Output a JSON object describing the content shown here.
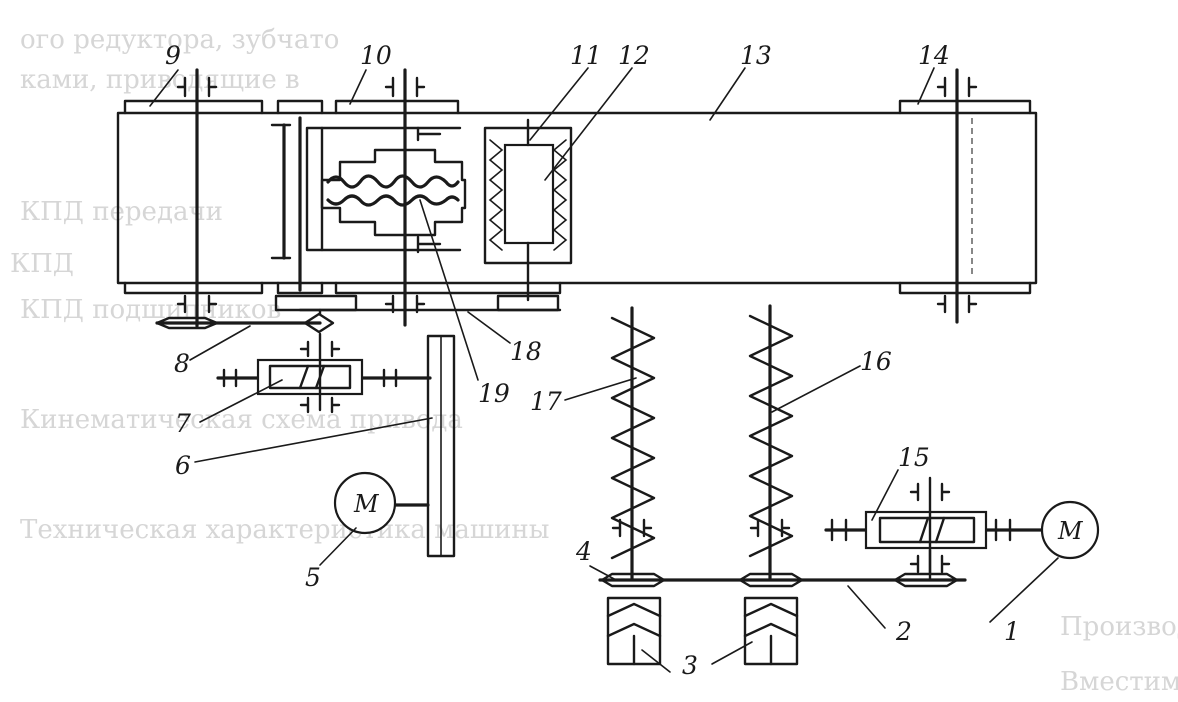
{
  "diagram": {
    "motor_symbol": "M",
    "labels": [
      "1",
      "2",
      "3",
      "4",
      "5",
      "6",
      "7",
      "8",
      "9",
      "10",
      "11",
      "12",
      "13",
      "14",
      "15",
      "16",
      "17",
      "18",
      "19"
    ],
    "faint_background_text": [
      "ого редуктора, зубчато",
      "ками, приводящие в",
      "КПД передачи",
      "КПД ",
      "КПД подшипников",
      "Кинематическая схема привода",
      "Техническая характеристика машины",
      "Производительность",
      "Вместимость бункера"
    ]
  }
}
